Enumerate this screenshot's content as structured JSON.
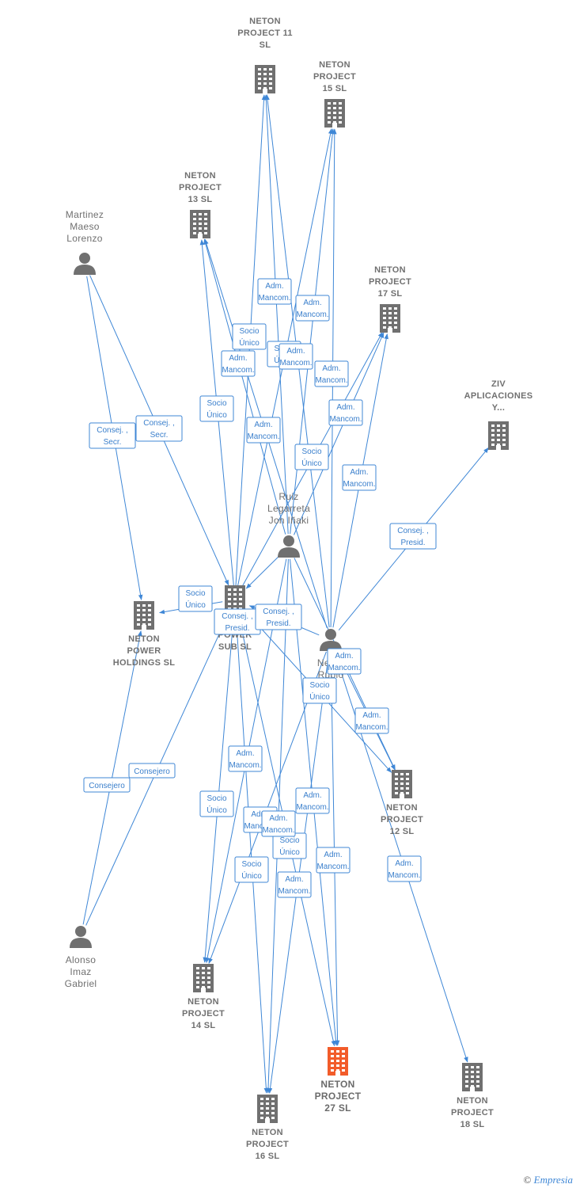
{
  "colors": {
    "edge": "#3f87d6",
    "node": "#707070",
    "focus": "#f25c2a"
  },
  "nodes": [
    {
      "id": "p11",
      "type": "company",
      "label": [
        "NETON",
        "PROJECT 11",
        "SL"
      ]
    },
    {
      "id": "p15",
      "type": "company",
      "label": [
        "NETON",
        "PROJECT",
        "15  SL"
      ]
    },
    {
      "id": "p13",
      "type": "company",
      "label": [
        "NETON",
        "PROJECT",
        "13  SL"
      ]
    },
    {
      "id": "martinez",
      "type": "person",
      "label": [
        "Martinez",
        "Maeso",
        "Lorenzo"
      ]
    },
    {
      "id": "p17",
      "type": "company",
      "label": [
        "NETON",
        "PROJECT",
        "17  SL"
      ]
    },
    {
      "id": "ziv",
      "type": "company",
      "label": [
        "ZIV",
        "APLICACIONES",
        "Y..."
      ]
    },
    {
      "id": "ruiz",
      "type": "person",
      "label": [
        "Ruiz",
        "Legarreta",
        "Jon Iñaki"
      ]
    },
    {
      "id": "holdings",
      "type": "company",
      "label": [
        "NETON",
        "POWER",
        "HOLDINGS  SL"
      ]
    },
    {
      "id": "powersub",
      "type": "company",
      "label": [
        "NETON",
        "POWER",
        "SUB  SL"
      ]
    },
    {
      "id": "negro",
      "type": "person",
      "label": [
        "Negro",
        "Rubio"
      ]
    },
    {
      "id": "p12",
      "type": "company",
      "label": [
        "NETON",
        "PROJECT",
        "12  SL"
      ]
    },
    {
      "id": "alonso",
      "type": "person",
      "label": [
        "Alonso",
        "Imaz",
        "Gabriel"
      ]
    },
    {
      "id": "p14",
      "type": "company",
      "label": [
        "NETON",
        "PROJECT",
        "14  SL"
      ]
    },
    {
      "id": "p27",
      "type": "company",
      "focus": true,
      "label": [
        "NETON",
        "PROJECT",
        "27  SL"
      ]
    },
    {
      "id": "p18",
      "type": "company",
      "label": [
        "NETON",
        "PROJECT",
        "18  SL"
      ]
    },
    {
      "id": "p16",
      "type": "company",
      "label": [
        "NETON",
        "PROJECT",
        "16  SL"
      ]
    }
  ],
  "edges": [
    {
      "from": "martinez",
      "to": "holdings",
      "label": [
        "Consej. ,",
        "Secr."
      ]
    },
    {
      "from": "martinez",
      "to": "powersub",
      "label": [
        "Consej. ,",
        "Secr."
      ]
    },
    {
      "from": "alonso",
      "to": "holdings",
      "label": [
        "Consejero"
      ]
    },
    {
      "from": "alonso",
      "to": "powersub",
      "label": [
        "Consejero"
      ]
    },
    {
      "from": "powersub",
      "to": "holdings",
      "label": [
        "Socio",
        "Único"
      ]
    },
    {
      "from": "powersub",
      "to": "p13",
      "label": [
        "Socio",
        "Único"
      ]
    },
    {
      "from": "powersub",
      "to": "p11",
      "label": [
        "Socio",
        "Único"
      ]
    },
    {
      "from": "powersub",
      "to": "p15",
      "label": [
        "Socio",
        "Único"
      ]
    },
    {
      "from": "powersub",
      "to": "p17",
      "label": [
        "Socio",
        "Único"
      ]
    },
    {
      "from": "powersub",
      "to": "p12",
      "label": [
        "Socio",
        "Único"
      ]
    },
    {
      "from": "powersub",
      "to": "p14",
      "label": [
        "Socio",
        "Único"
      ]
    },
    {
      "from": "powersub",
      "to": "p16",
      "label": [
        "Socio",
        "Único"
      ]
    },
    {
      "from": "powersub",
      "to": "p27",
      "label": [
        "Socio",
        "Único"
      ]
    },
    {
      "from": "ruiz",
      "to": "powersub",
      "label": [
        "Consej. ,",
        "Presid."
      ]
    },
    {
      "from": "ruiz",
      "to": "p11",
      "label": [
        "Adm.",
        "Mancom."
      ]
    },
    {
      "from": "ruiz",
      "to": "p13",
      "label": [
        "Adm.",
        "Mancom."
      ]
    },
    {
      "from": "ruiz",
      "to": "p14",
      "label": [
        "Adm.",
        "Mancom."
      ]
    },
    {
      "from": "ruiz",
      "to": "p16",
      "label": [
        "Adm.",
        "Mancom."
      ]
    },
    {
      "from": "ruiz",
      "to": "p27",
      "label": [
        "Adm.",
        "Mancom."
      ]
    },
    {
      "from": "ruiz",
      "to": "p12",
      "label": [
        "Adm.",
        "Mancom."
      ]
    },
    {
      "from": "ruiz",
      "to": "p17",
      "label": [
        "Adm.",
        "Mancom."
      ]
    },
    {
      "from": "ruiz",
      "to": "p15",
      "label": [
        "Adm.",
        "Mancom."
      ]
    },
    {
      "from": "negro",
      "to": "powersub",
      "label": [
        "Consej. ,",
        "Presid."
      ]
    },
    {
      "from": "negro",
      "to": "ziv",
      "label": [
        "Consej. ,",
        "Presid."
      ]
    },
    {
      "from": "negro",
      "to": "p11",
      "label": [
        "Adm.",
        "Mancom."
      ]
    },
    {
      "from": "negro",
      "to": "p15",
      "label": [
        "Adm.",
        "Mancom."
      ]
    },
    {
      "from": "negro",
      "to": "p13",
      "label": [
        "Adm.",
        "Mancom."
      ]
    },
    {
      "from": "negro",
      "to": "p17",
      "label": [
        "Adm.",
        "Mancom."
      ]
    },
    {
      "from": "negro",
      "to": "p12",
      "label": [
        "Adm.",
        "Mancom."
      ]
    },
    {
      "from": "negro",
      "to": "p14",
      "label": [
        "Adm.",
        "Mancom."
      ]
    },
    {
      "from": "negro",
      "to": "p16",
      "label": [
        "Adm.",
        "Mancom."
      ]
    },
    {
      "from": "negro",
      "to": "p27",
      "label": [
        "Adm.",
        "Mancom."
      ]
    },
    {
      "from": "negro",
      "to": "p18",
      "label": [
        "Adm.",
        "Mancom."
      ]
    }
  ],
  "watermark": {
    "symbol": "©",
    "brand": "Empresia"
  }
}
